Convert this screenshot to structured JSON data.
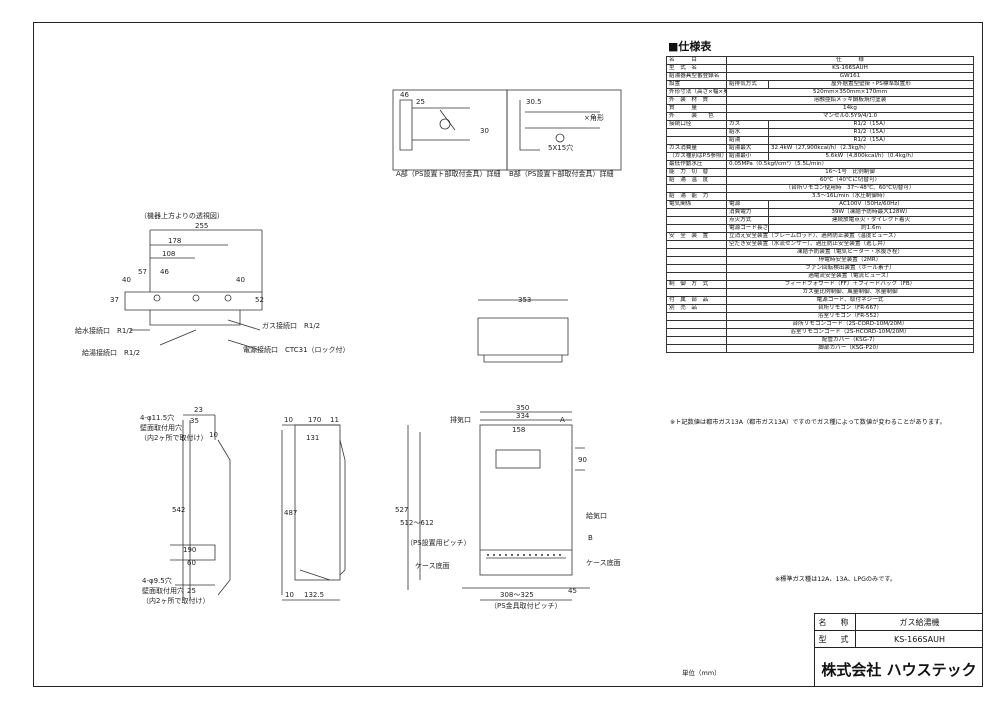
{
  "spec": {
    "title": "■仕様表",
    "rows": [
      {
        "label": "名　　　目",
        "sub": "",
        "value": "仕　　　様"
      },
      {
        "label": "型　式　名",
        "sub": "",
        "value": "KS-166SAUH"
      },
      {
        "label": "給湯器具型番登録名",
        "sub": "",
        "value": "GW161"
      },
      {
        "label": "設置",
        "sub": "給排気方式",
        "value": "屋外据置型壁掛・PS標準設置形"
      },
      {
        "label": "外形寸法（高さ×幅×奥行）",
        "sub": "",
        "value": "520mm×350mm×170mm"
      },
      {
        "label": "外　装　材　質",
        "sub": "",
        "value": "溶融亜鉛メッキ鋼板焼付塗装"
      },
      {
        "label": "質　　　量",
        "sub": "",
        "value": "14kg"
      },
      {
        "label": "外　　　装　　色",
        "sub": "",
        "value": "マンセル0.5Y9/4/1.0"
      },
      {
        "label": "接続口径",
        "sub": "ガス",
        "value": "R1/2（15A）"
      },
      {
        "label": "",
        "sub": "給水",
        "value": "R1/2（15A）"
      },
      {
        "label": "",
        "sub": "給湯",
        "value": "R1/2（15A）"
      },
      {
        "label": "ガス消費量",
        "sub": "給湯最大",
        "value": "32.4kW（27,900kcal/h）（2.3kg/h）"
      },
      {
        "label": "（ガス種別はP.5参照）",
        "sub": "給湯最小",
        "value": "5.6kW（4,800kcal/h）（0.4kg/h）"
      },
      {
        "label": "最低作動水圧",
        "sub": "",
        "value": "0.05MPa（0.5kgf/cm²）（5.5L/min）"
      },
      {
        "label": "能　力　切　替",
        "sub": "",
        "value": "16～1号　比例制御"
      },
      {
        "label": "給　湯　温　度",
        "sub": "",
        "value": "60℃（40℃に切替可）"
      },
      {
        "label": "",
        "sub": "",
        "value": "（台所リモコン使用時　37～48℃、60℃切替可）"
      },
      {
        "label": "給　湯　能　力",
        "sub": "",
        "value": "3.5～16L/min（水圧制御時）"
      },
      {
        "label": "電気関係",
        "sub": "電源",
        "value": "AC100V（50Hz/60Hz）"
      },
      {
        "label": "",
        "sub": "消費電力",
        "value": "39W（凍結予防時最大128W）"
      },
      {
        "label": "",
        "sub": "点火方式",
        "value": "連続放電点火・ダイレクト着火"
      },
      {
        "label": "",
        "sub": "電源コード長さ",
        "value": "約1.6m"
      },
      {
        "label": "安　全　装　置",
        "sub": "",
        "value": "立消え安全装置（フレームロッド）、過熱防止装置（温度ヒューズ）"
      },
      {
        "label": "",
        "sub": "",
        "value": "空だき安全装置（水流センサー）、過圧防止安全装置（逃し弁）"
      },
      {
        "label": "",
        "sub": "",
        "value": "凍結予防装置（電気ヒーター・水抜き栓）"
      },
      {
        "label": "",
        "sub": "",
        "value": "停電時安全装置（2MR）"
      },
      {
        "label": "",
        "sub": "",
        "value": "ファン回転検出装置（ホール素子）"
      },
      {
        "label": "",
        "sub": "",
        "value": "過電流安全装置（電流ヒューズ）"
      },
      {
        "label": "制　御　方　式",
        "sub": "",
        "value": "フィードフォワード（FF）＋フィードバック（FB）"
      },
      {
        "label": "",
        "sub": "",
        "value": "ガス量比例制御、風量制御、水量制御"
      },
      {
        "label": "付　属　部　品",
        "sub": "",
        "value": "電源コード、取付ネジ一式"
      },
      {
        "label": "別　売　品",
        "sub": "",
        "value": "台所リモコン（FR-667）"
      },
      {
        "label": "",
        "sub": "",
        "value": "浴室リモコン（FR-552）"
      },
      {
        "label": "",
        "sub": "",
        "value": "台所リモコンコード（2S-CORD-10M/20M）"
      },
      {
        "label": "",
        "sub": "",
        "value": "浴室リモコンコード（2S-HCORD-10M/20M）"
      },
      {
        "label": "",
        "sub": "",
        "value": "配管カバー（KSG-7）"
      },
      {
        "label": "",
        "sub": "",
        "value": "脚部カバー（KSG-P20）"
      }
    ],
    "note": "※ト記数値は都市ガス13A（都市ガス13A）ですのでガス種によって数値が変わることがあります。"
  },
  "gas_note": "※標準ガス種は12A、13A、LPGのみです。",
  "unit": "単位（mm）",
  "title_block": {
    "name_label": "名　称",
    "name_value": "ガス給湯機",
    "model_label": "型　式",
    "model_value": "KS-166SAUH",
    "company": "株式会社 ハウステック"
  },
  "drawing": {
    "top_label": "（機器上方よりの透視図）",
    "label_water_in": "給水接続口　R1/2",
    "label_hot_out": "給湯接続口　R1/2",
    "label_gas": "ガス接続口　R1/2",
    "label_power": "電源接続口　CTC31（ロック付）",
    "top_dims": [
      "255",
      "178",
      "108",
      "46",
      "57",
      "40",
      "40",
      "37",
      "52"
    ],
    "front_dims": [
      "350",
      "334",
      "158",
      "527",
      "512～612",
      "308～325",
      "90",
      "45"
    ],
    "side_dims": [
      "10",
      "170",
      "11",
      "131",
      "487",
      "10",
      "132.5"
    ],
    "back_dims": [
      "23",
      "35",
      "10",
      "542",
      "190",
      "60",
      "25"
    ],
    "hole_top": "4-φ11.5穴",
    "hole_top2": "壁面取付用穴",
    "hole_top3": "（内2ヶ所で取付け）",
    "hole_bot": "4-φ9.5穴",
    "hole_bot2": "壁面取付用穴",
    "hole_bot3": "（内2ヶ所で取付け）",
    "ps_note": "（PS設置用ピッチ）",
    "ps_note2": "（PS金具取付ピッチ）",
    "case_bottom": "ケース底面",
    "case_bottom2": "ケース底面",
    "exhaust": "排気口",
    "intake": "給気口",
    "label_a": "A",
    "label_b": "B",
    "dim_353": "353",
    "detail_a_caption": "A部（PS設置ト部取付金具）詳細",
    "detail_b_caption": "B部（PS設置ト部取付金具）詳細",
    "detail_a_dims": [
      "46",
      "25",
      "30"
    ],
    "detail_b_dims": [
      "30.5",
      "5X15穴"
    ],
    "detail_b_note": "×角形"
  }
}
